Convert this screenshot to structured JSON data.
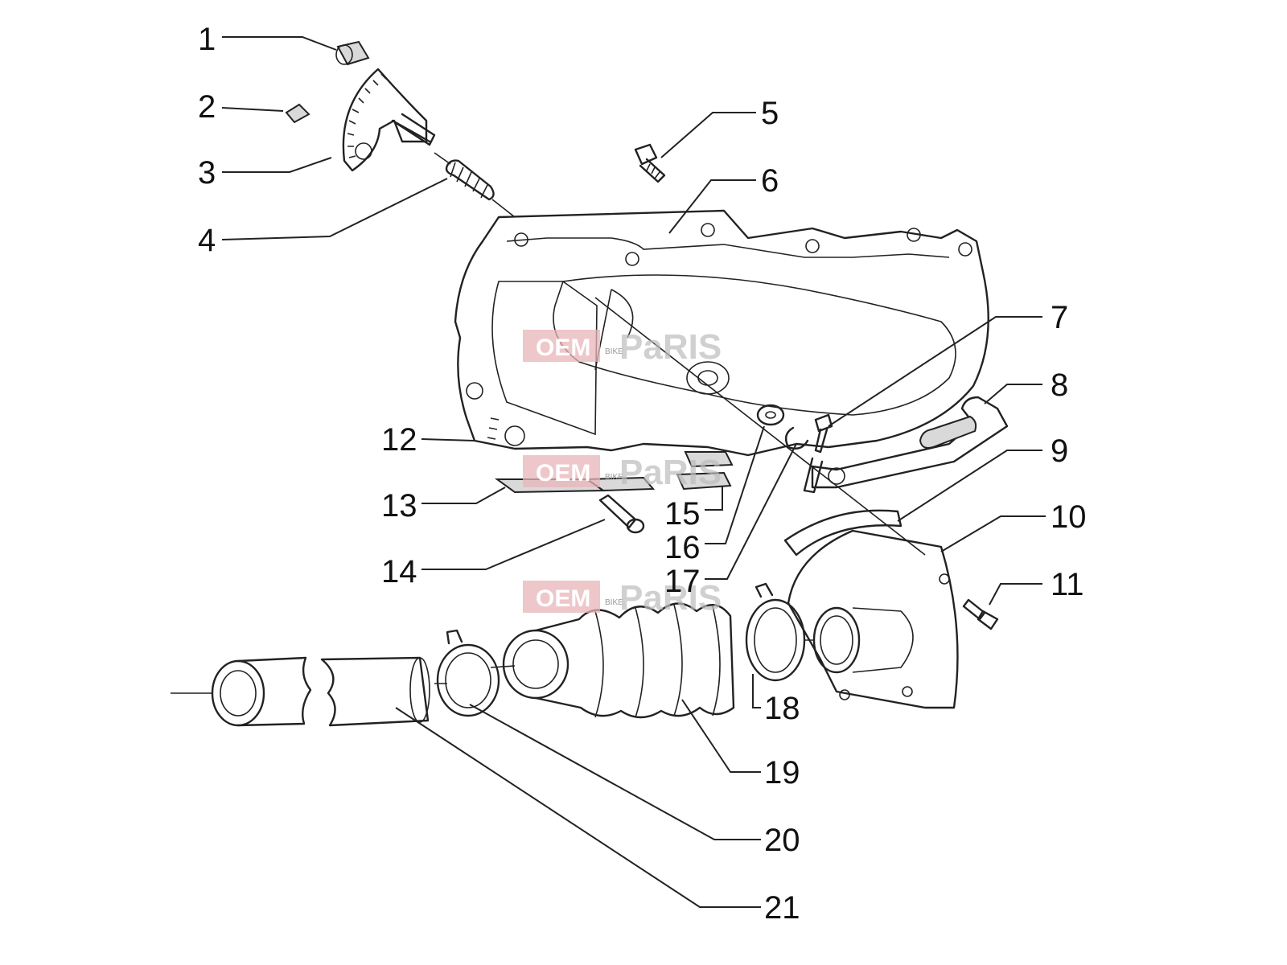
{
  "callouts": [
    {
      "id": "1",
      "label": "1"
    },
    {
      "id": "2",
      "label": "2"
    },
    {
      "id": "3",
      "label": "3"
    },
    {
      "id": "4",
      "label": "4"
    },
    {
      "id": "5",
      "label": "5"
    },
    {
      "id": "6",
      "label": "6"
    },
    {
      "id": "7",
      "label": "7"
    },
    {
      "id": "8",
      "label": "8"
    },
    {
      "id": "9",
      "label": "9"
    },
    {
      "id": "10",
      "label": "10"
    },
    {
      "id": "11",
      "label": "11"
    },
    {
      "id": "12",
      "label": "12"
    },
    {
      "id": "13",
      "label": "13"
    },
    {
      "id": "14",
      "label": "14"
    },
    {
      "id": "15",
      "label": "15"
    },
    {
      "id": "16",
      "label": "16"
    },
    {
      "id": "17",
      "label": "17"
    },
    {
      "id": "18",
      "label": "18"
    },
    {
      "id": "19",
      "label": "19"
    },
    {
      "id": "20",
      "label": "20"
    },
    {
      "id": "21",
      "label": "21"
    }
  ],
  "watermark": {
    "brand_left": "OEM",
    "brand_small": "BIKE",
    "brand_right": "PaRIS"
  },
  "colors": {
    "line": "#222222",
    "watermark_red": "#e8b4b8",
    "watermark_grey": "#bdbdbd"
  }
}
